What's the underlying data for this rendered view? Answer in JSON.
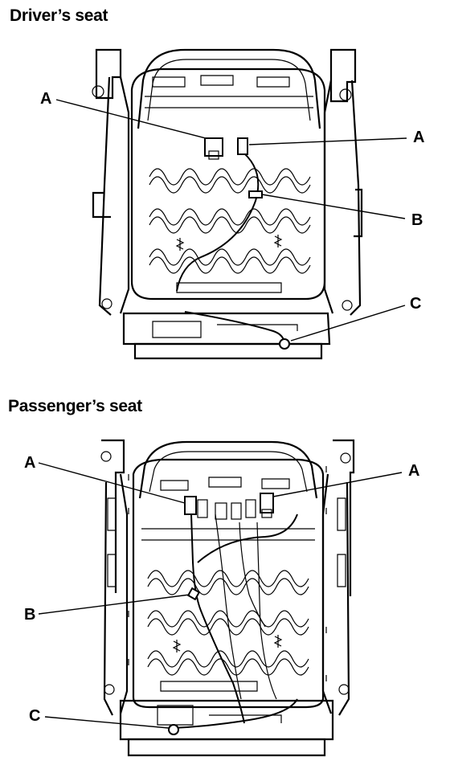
{
  "sections": {
    "driver": {
      "title": "Driver’s seat",
      "labels": {
        "a_left": "A",
        "a_right": "A",
        "b": "B",
        "c": "C"
      }
    },
    "passenger": {
      "title": "Passenger’s seat",
      "labels": {
        "a_left": "A",
        "a_right": "A",
        "b": "B",
        "c": "C"
      }
    }
  }
}
